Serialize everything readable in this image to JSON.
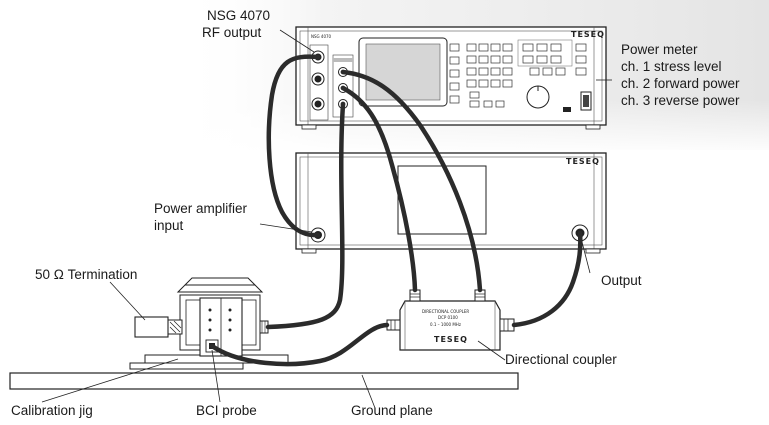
{
  "labels": {
    "rf_output_line1": "NSG 4070",
    "rf_output_line2": "RF output",
    "power_meter_line1": "Power meter",
    "power_meter_line2": "ch. 1 stress level",
    "power_meter_line3": "ch. 2 forward power",
    "power_meter_line4": "ch. 3 reverse power",
    "amp_input_line1": "Power amplifier",
    "amp_input_line2": "input",
    "termination": "50 Ω Termination",
    "output": "Output",
    "directional_coupler": "Directional coupler",
    "calibration_jig": "Calibration jig",
    "bci_probe": "BCI probe",
    "ground_plane": "Ground plane"
  },
  "device_text": {
    "generator_brand": "TESEQ",
    "generator_model": "NSG 4070",
    "amplifier_brand": "TESEQ",
    "coupler_brand": "TESEQ",
    "coupler_line1": "DIRECTIONAL COUPLER",
    "coupler_line2": "DCP 0100",
    "coupler_line3": "0.1 – 1000 MHz"
  },
  "colors": {
    "cable": "#2b2b2b",
    "outline": "#222222",
    "panel": "#ffffff",
    "screen": "#d6d6d6"
  }
}
